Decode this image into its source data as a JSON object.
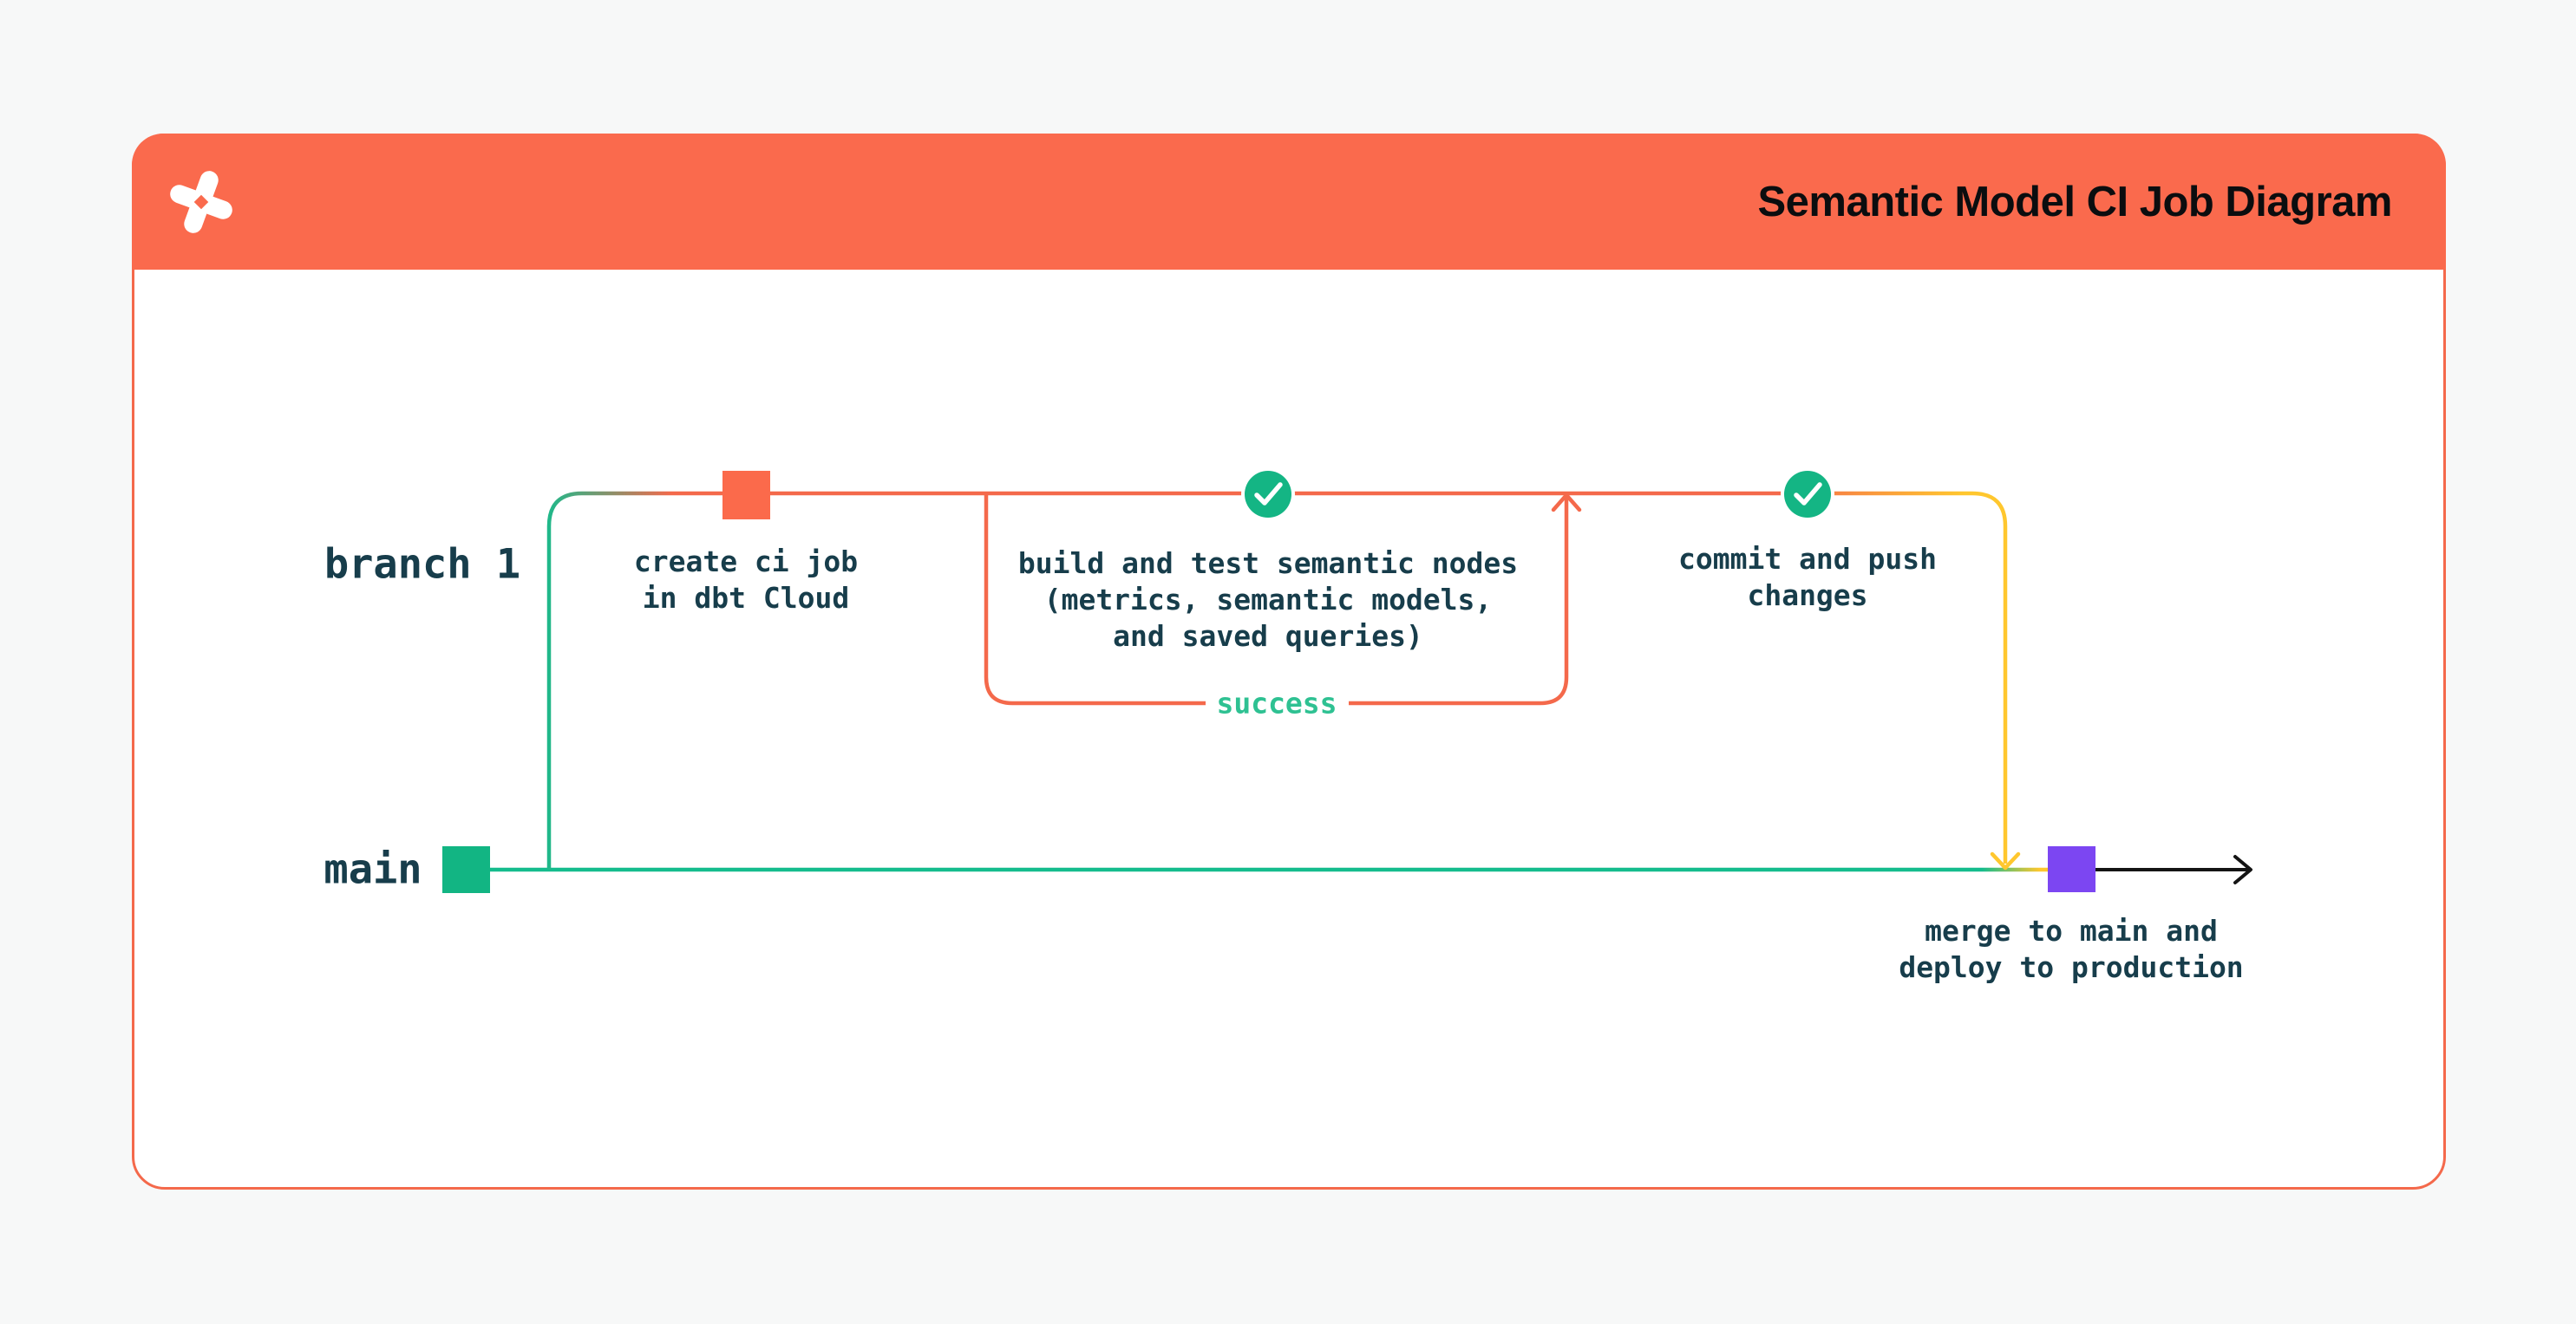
{
  "header": {
    "title": "Semantic Model CI Job Diagram",
    "logo": "dbt-logo"
  },
  "lanes": {
    "branch_label": "branch 1",
    "main_label": "main"
  },
  "nodes": {
    "create_ci": {
      "line1": "create ci job",
      "line2": "in dbt Cloud"
    },
    "build_test": {
      "line1": "build and test semantic nodes",
      "line2": "(metrics, semantic models,",
      "line3": "and saved queries)"
    },
    "commit_push": {
      "line1": "commit and push",
      "line2": "changes"
    },
    "merge_deploy": {
      "line1": "merge to main and",
      "line2": "deploy to production"
    }
  },
  "loop": {
    "label": "success"
  },
  "icons": {
    "logo": "dbt-logo-icon",
    "check1": "check-icon",
    "check2": "check-icon",
    "arrow_up": "arrow-up-icon",
    "arrow_down": "arrow-down-icon",
    "arrow_right": "arrow-right-icon"
  },
  "colors": {
    "background": "#F7F8F8",
    "card_white": "#FFFFFF",
    "header_orange": "#FA6A4D",
    "line_orange": "#F4694B",
    "line_green": "#15BC8D",
    "node_green": "#12B583",
    "success_green": "#2EC192",
    "yellow": "#FFC72E",
    "purple": "#7C46F2",
    "text_dark": "#173D4B",
    "title_black": "#0B0D0F",
    "arrow_black": "#141414"
  }
}
